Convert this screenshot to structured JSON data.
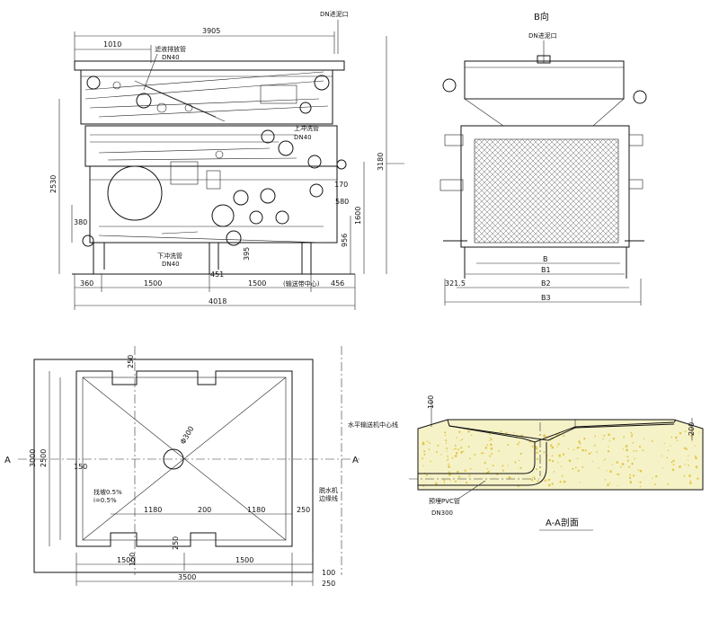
{
  "front_view": {
    "dims": {
      "top_total": "3905",
      "top_left": "1010",
      "bottom_total": "4018",
      "bottom_a": "360",
      "bottom_b": "1500",
      "bottom_c": "1500",
      "bottom_d": "456",
      "mid_451": "451",
      "left_2530": "2530",
      "left_380": "380",
      "right_3180": "3180",
      "right_1600": "1600",
      "right_956": "956",
      "right_170": "170",
      "right_580": "580",
      "right_395": "395"
    },
    "labels": {
      "inlet": "DN进泥口",
      "filtrate_pipe": "滤液排放管",
      "filtrate_size": "DN40",
      "upper_wash": "上冲洗管",
      "upper_wash_size": "DN40",
      "lower_wash": "下冲洗管",
      "lower_wash_size": "DN40",
      "conveyor_center": "(输送带中心)"
    }
  },
  "side_view": {
    "title": "B向",
    "inlet": "DN进泥口",
    "dims": {
      "b": "B",
      "b1": "B1",
      "b2": "B2",
      "b3": "B3",
      "offset": "321.5"
    }
  },
  "plan_view": {
    "dims": {
      "width_total": "3500",
      "left_1500": "1500",
      "right_1500": "1500",
      "inner_1180_left": "1180",
      "inner_200": "200",
      "inner_1180_right": "1180",
      "right_edge": "250",
      "right_margin": "100",
      "top_notch": "250",
      "bottom_notch": "250",
      "left_side": "150",
      "bottom_side": "150",
      "height_1": "2500",
      "height_2": "3000",
      "drain_dia": "Φ300"
    },
    "labels": {
      "section_left": "A",
      "section_right": "A",
      "conveyor_line": "水平输送机中心线",
      "slope": "找坡0.5%",
      "slope_ratio": "i=0.5%",
      "machine_edge": "脱水机",
      "machine_edge2": "边缘线"
    }
  },
  "section_view": {
    "title": "A-A剖面",
    "pipe_label": "预埋PVC管",
    "pipe_size": "DN300",
    "dims": {
      "h1": "100",
      "h2": "200"
    }
  }
}
